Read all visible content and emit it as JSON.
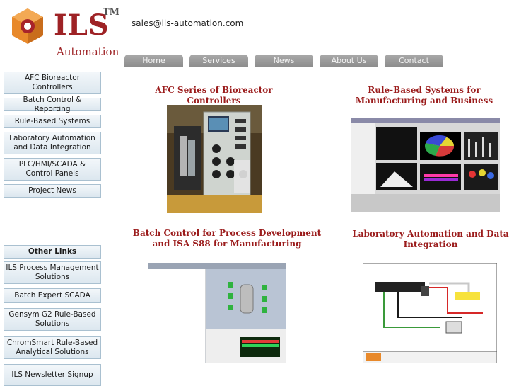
{
  "brand": {
    "logo_text": "ILS",
    "trademark": "TM",
    "subtitle": "Automation",
    "colors": {
      "brand_red": "#9e2225",
      "logo_orange": "#e8892b",
      "heading_red": "#9b1c1c"
    }
  },
  "header": {
    "email": "sales@ils-automation.com"
  },
  "nav": {
    "tabs": [
      {
        "label": "Home"
      },
      {
        "label": "Services"
      },
      {
        "label": "News"
      },
      {
        "label": "About Us"
      },
      {
        "label": "Contact"
      }
    ]
  },
  "sidebar": {
    "items": [
      {
        "label": "AFC Bioreactor Controllers"
      },
      {
        "label": "Batch Control & Reporting"
      },
      {
        "label": "Rule-Based Systems"
      },
      {
        "label": "Laboratory Automation and Data Integration"
      },
      {
        "label": "PLC/HMI/SCADA & Control Panels"
      },
      {
        "label": "Project News"
      }
    ],
    "other_links_heading": "Other Links",
    "other_links": [
      {
        "label": "ILS Process Management Solutions"
      },
      {
        "label": "Batch Expert SCADA"
      },
      {
        "label": "Gensym G2 Rule-Based Solutions"
      },
      {
        "label": "ChromSmart Rule-Based Analytical Solutions"
      },
      {
        "label": "ILS Newsletter Signup"
      }
    ]
  },
  "main": {
    "sections": [
      {
        "title": "AFC Series of Bioreactor Controllers",
        "image_icon": "bioreactor-controller-photo"
      },
      {
        "title": "Rule-Based Systems for Manufacturing and Business",
        "image_icon": "rule-based-dashboard-screenshot"
      },
      {
        "title": "Batch Control for Process Development and ISA S88 for Manufacturing",
        "image_icon": "batch-control-hmi-screenshot"
      },
      {
        "title": "Laboratory Automation and Data Integration",
        "image_icon": "wiring-diagram-drawing"
      }
    ]
  }
}
